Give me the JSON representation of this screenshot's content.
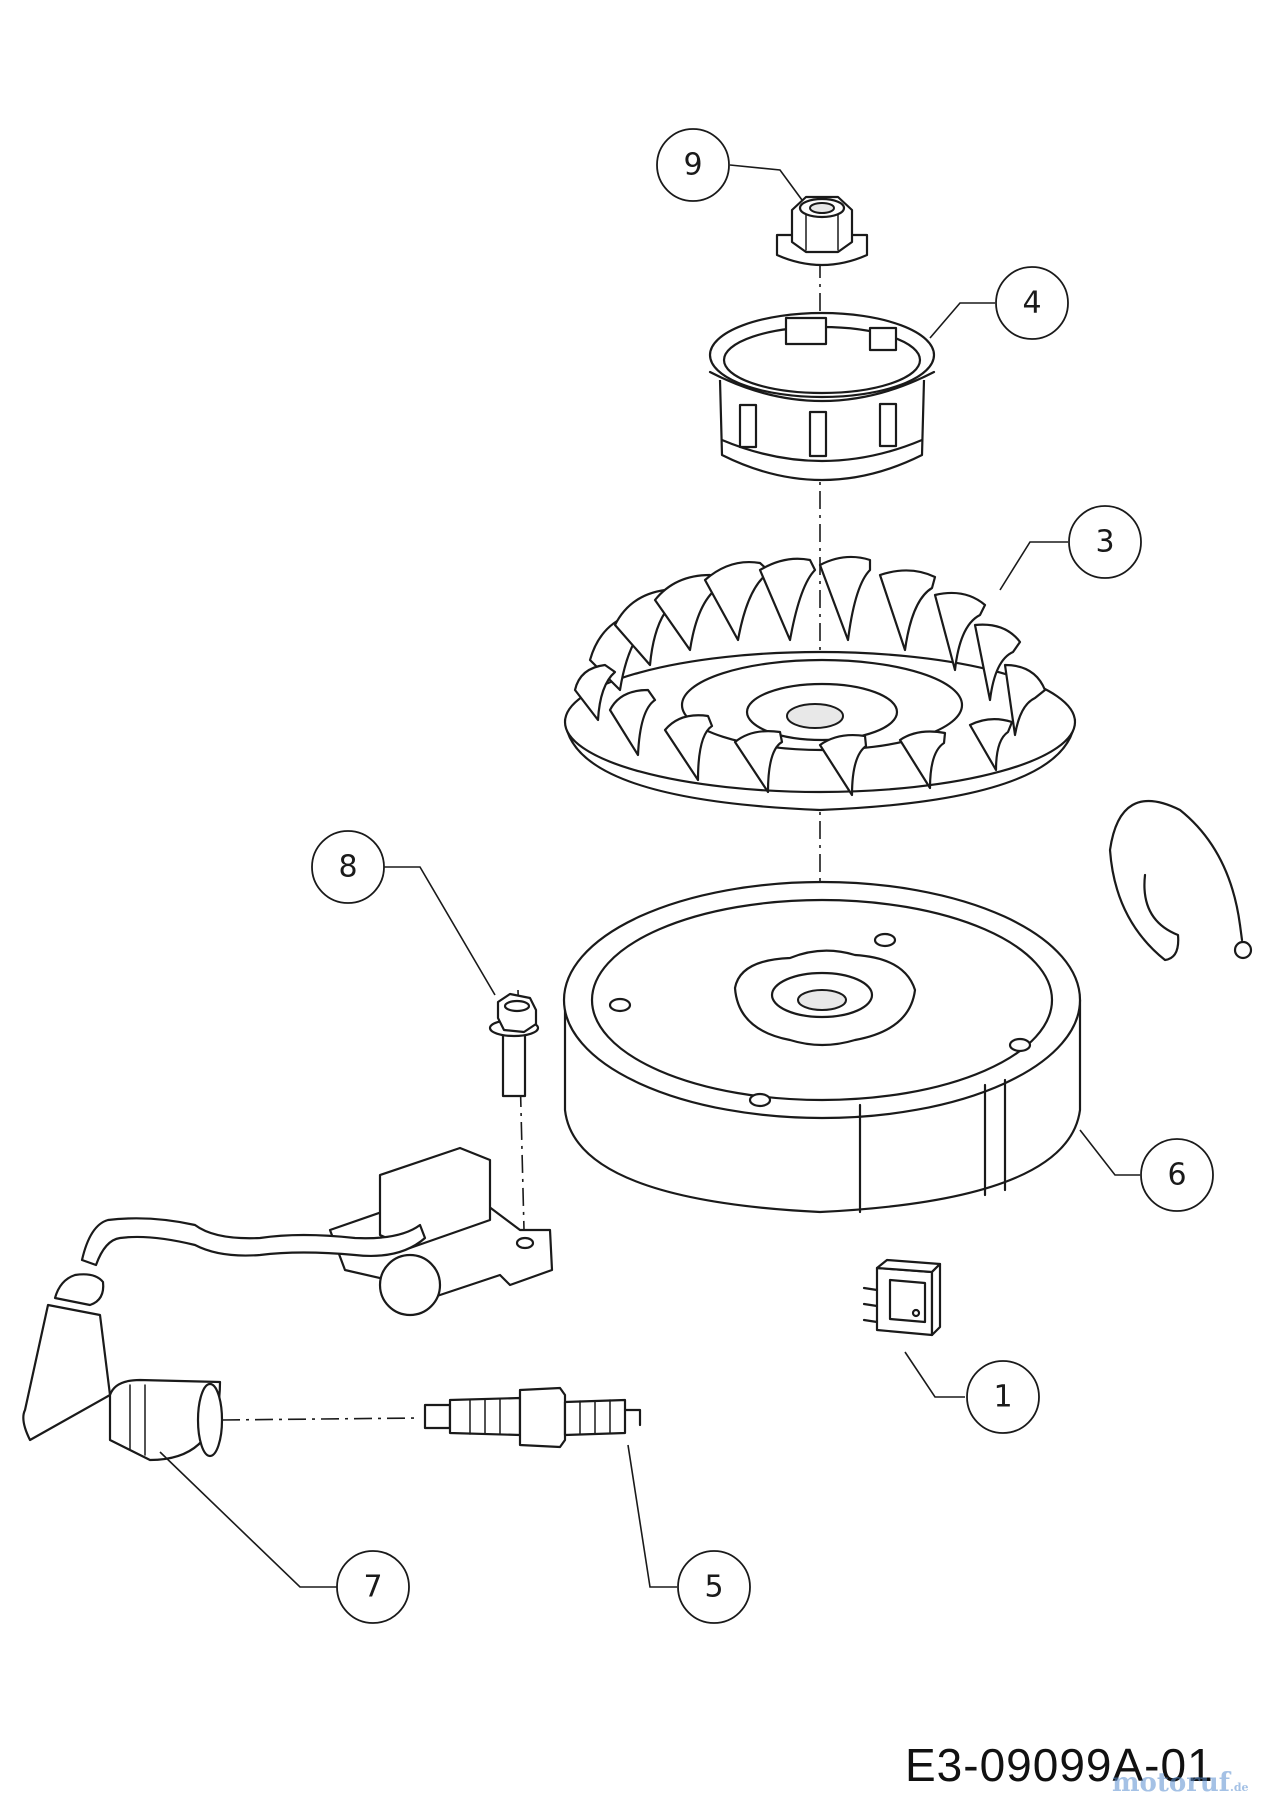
{
  "drawing_code": "E3-09099A-01",
  "watermark": {
    "main": "motoruf",
    "suffix": ".de"
  },
  "callouts": [
    {
      "id": "9",
      "label": "9"
    },
    {
      "id": "4",
      "label": "4"
    },
    {
      "id": "3",
      "label": "3"
    },
    {
      "id": "8",
      "label": "8"
    },
    {
      "id": "6",
      "label": "6"
    },
    {
      "id": "1",
      "label": "1"
    },
    {
      "id": "7",
      "label": "7"
    },
    {
      "id": "5",
      "label": "5"
    }
  ]
}
